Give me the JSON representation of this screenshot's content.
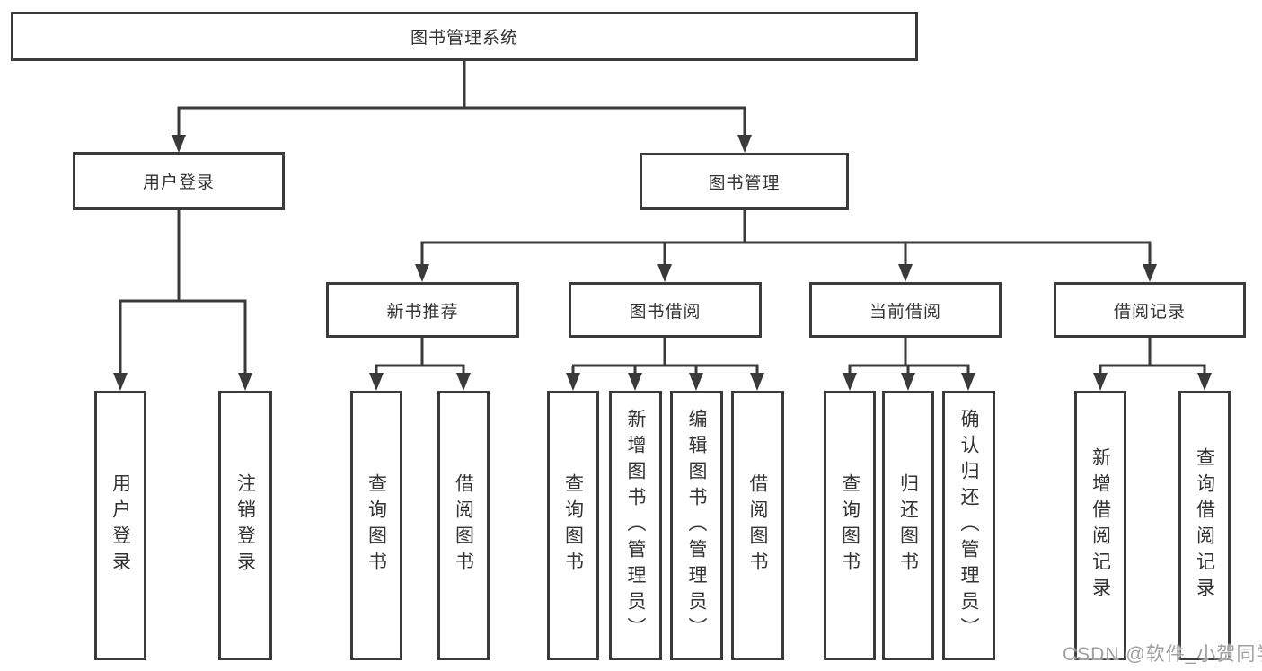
{
  "tree": {
    "root": {
      "label": "图书管理系统"
    },
    "branches": [
      {
        "label": "用户登录",
        "children": [
          {
            "label": "用户登录"
          },
          {
            "label": "注销登录"
          }
        ]
      },
      {
        "label": "图书管理",
        "children": [
          {
            "label": "新书推荐",
            "children": [
              {
                "label": "查询图书"
              },
              {
                "label": "借阅图书"
              }
            ]
          },
          {
            "label": "图书借阅",
            "children": [
              {
                "label": "查询图书"
              },
              {
                "label": "新增图书（管理员）"
              },
              {
                "label": "编辑图书（管理员）"
              },
              {
                "label": "借阅图书"
              }
            ]
          },
          {
            "label": "当前借阅",
            "children": [
              {
                "label": "查询图书"
              },
              {
                "label": "归还图书"
              },
              {
                "label": "确认归还（管理员）"
              }
            ]
          },
          {
            "label": "借阅记录",
            "children": [
              {
                "label": "新增借阅记录"
              },
              {
                "label": "查询借阅记录"
              }
            ]
          }
        ]
      }
    ]
  },
  "watermark": "CSDN @软件_小贺同学",
  "colors": {
    "line": "#3a3a3a",
    "box_border": "#3b3b3b",
    "text": "#333333",
    "watermark": "#a0a0a0",
    "background": "#ffffff"
  }
}
